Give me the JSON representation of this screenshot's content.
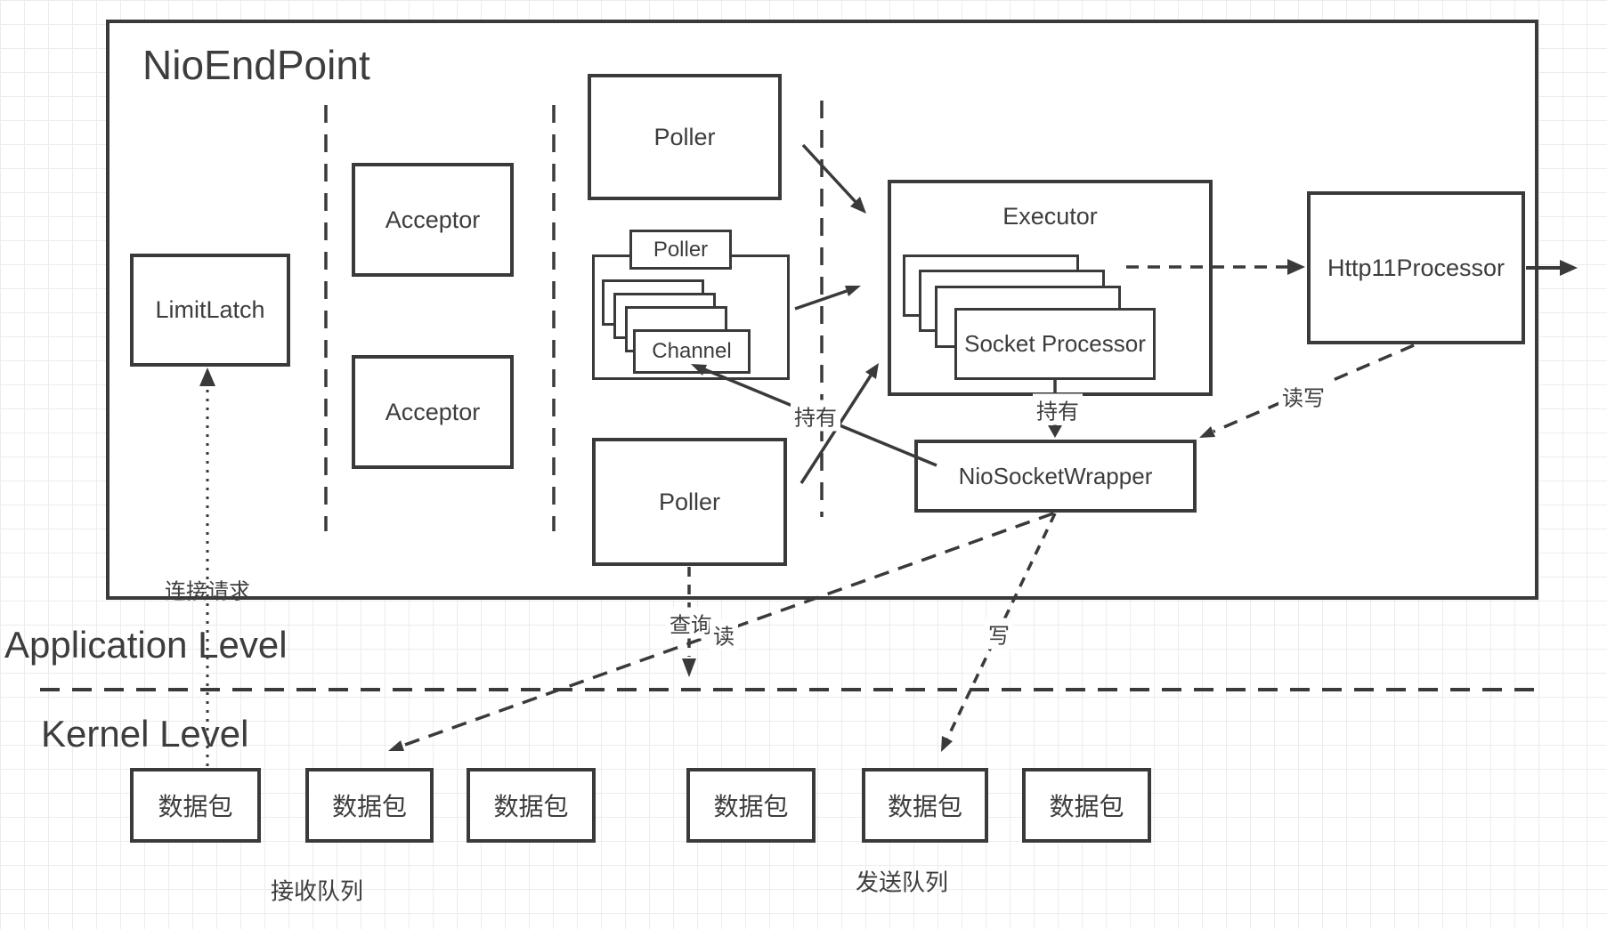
{
  "diagram": {
    "title": "NioEndPoint",
    "application_level": "Application Level",
    "kernel_level": "Kernel Level",
    "nodes": {
      "limit_latch": "LimitLatch",
      "acceptor_top": "Acceptor",
      "acceptor_bottom": "Acceptor",
      "poller_top": "Poller",
      "poller_mid": "Poller",
      "channel": "Channel",
      "poller_bottom": "Poller",
      "executor": "Executor",
      "socket_processor": "Socket Processor",
      "http11_processor": "Http11Processor",
      "nio_socket_wrapper": "NioSocketWrapper"
    },
    "packets": [
      "数据包",
      "数据包",
      "数据包",
      "数据包",
      "数据包",
      "数据包"
    ],
    "labels": {
      "connection_request": "连接请求",
      "hold_channel": "持有",
      "hold_wrapper": "持有",
      "read_write": "读写",
      "query": "查询",
      "read": "读",
      "write": "写",
      "receive_queue": "接收队列",
      "send_queue": "发送队列"
    },
    "colors": {
      "stroke": "#3a3a3a",
      "text": "#3d3d3d",
      "grid": "#ececec",
      "background": "#ffffff"
    }
  }
}
